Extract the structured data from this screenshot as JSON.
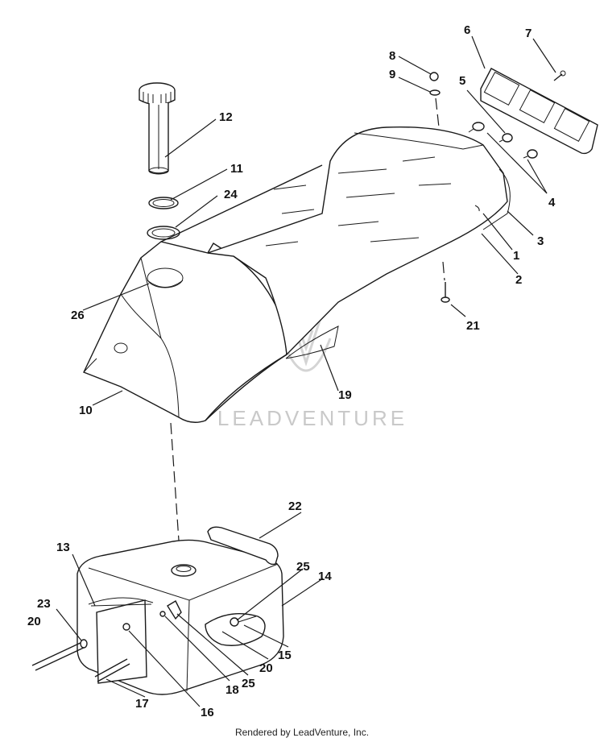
{
  "diagram": {
    "watermark": "LEADVENTURE",
    "footer": "Rendered by LeadVenture, Inc.",
    "labels": {
      "n1": "1",
      "n2": "2",
      "n3": "3",
      "n4": "4",
      "n5": "5",
      "n6": "6",
      "n7": "7",
      "n8": "8",
      "n9": "9",
      "n10": "10",
      "n11": "11",
      "n12": "12",
      "n13": "13",
      "n14": "14",
      "n15": "15",
      "n16": "16",
      "n17": "17",
      "n18": "18",
      "n19": "19",
      "n20a": "20",
      "n20b": "20",
      "n21": "21",
      "n22": "22",
      "n23": "23",
      "n24": "24",
      "n25a": "25",
      "n25b": "25",
      "n26": "26"
    }
  }
}
